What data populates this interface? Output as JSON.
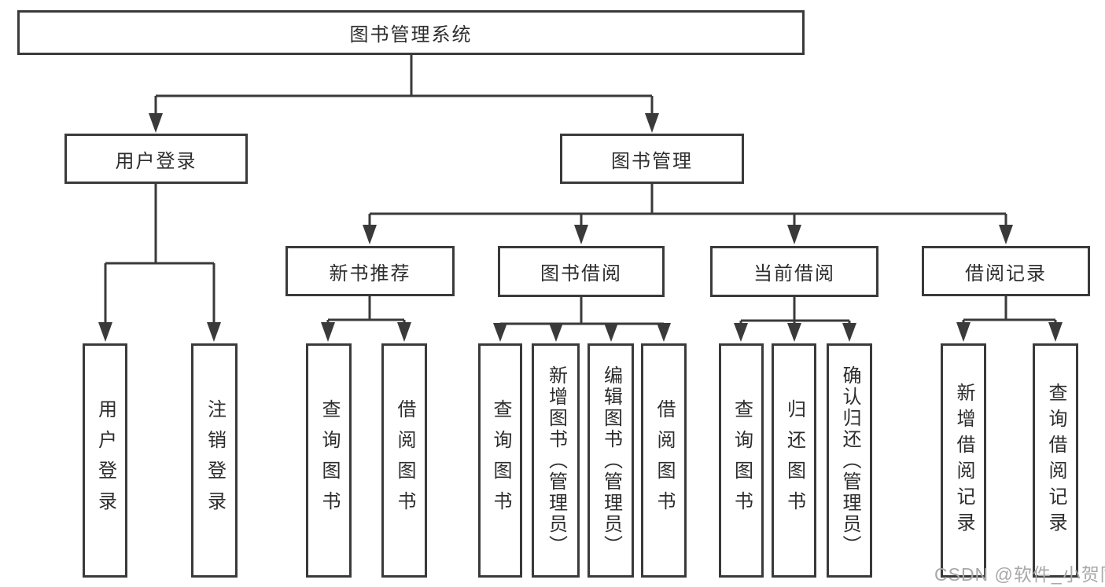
{
  "watermark": "CSDN @软件_小贺同学",
  "colors": {
    "line": "#3a3a3a",
    "text": "#2d2d2d",
    "background": "#ffffff",
    "watermark": "#a8a8a8"
  },
  "tree": {
    "root": {
      "label": "图书管理系统"
    },
    "branches": [
      {
        "label": "用户登录",
        "children": [
          {
            "label": "用户登录"
          },
          {
            "label": "注销登录"
          }
        ]
      },
      {
        "label": "图书管理",
        "children": [
          {
            "label": "新书推荐",
            "children": [
              {
                "label": "查询图书"
              },
              {
                "label": "借阅图书"
              }
            ]
          },
          {
            "label": "图书借阅",
            "children": [
              {
                "label": "查询图书"
              },
              {
                "label": "新增图书（管理员）"
              },
              {
                "label": "编辑图书（管理员）"
              },
              {
                "label": "借阅图书"
              }
            ]
          },
          {
            "label": "当前借阅",
            "children": [
              {
                "label": "查询图书"
              },
              {
                "label": "归还图书"
              },
              {
                "label": "确认归还（管理员）"
              }
            ]
          },
          {
            "label": "借阅记录",
            "children": [
              {
                "label": "新增借阅记录"
              },
              {
                "label": "查询借阅记录"
              }
            ]
          }
        ]
      }
    ]
  }
}
